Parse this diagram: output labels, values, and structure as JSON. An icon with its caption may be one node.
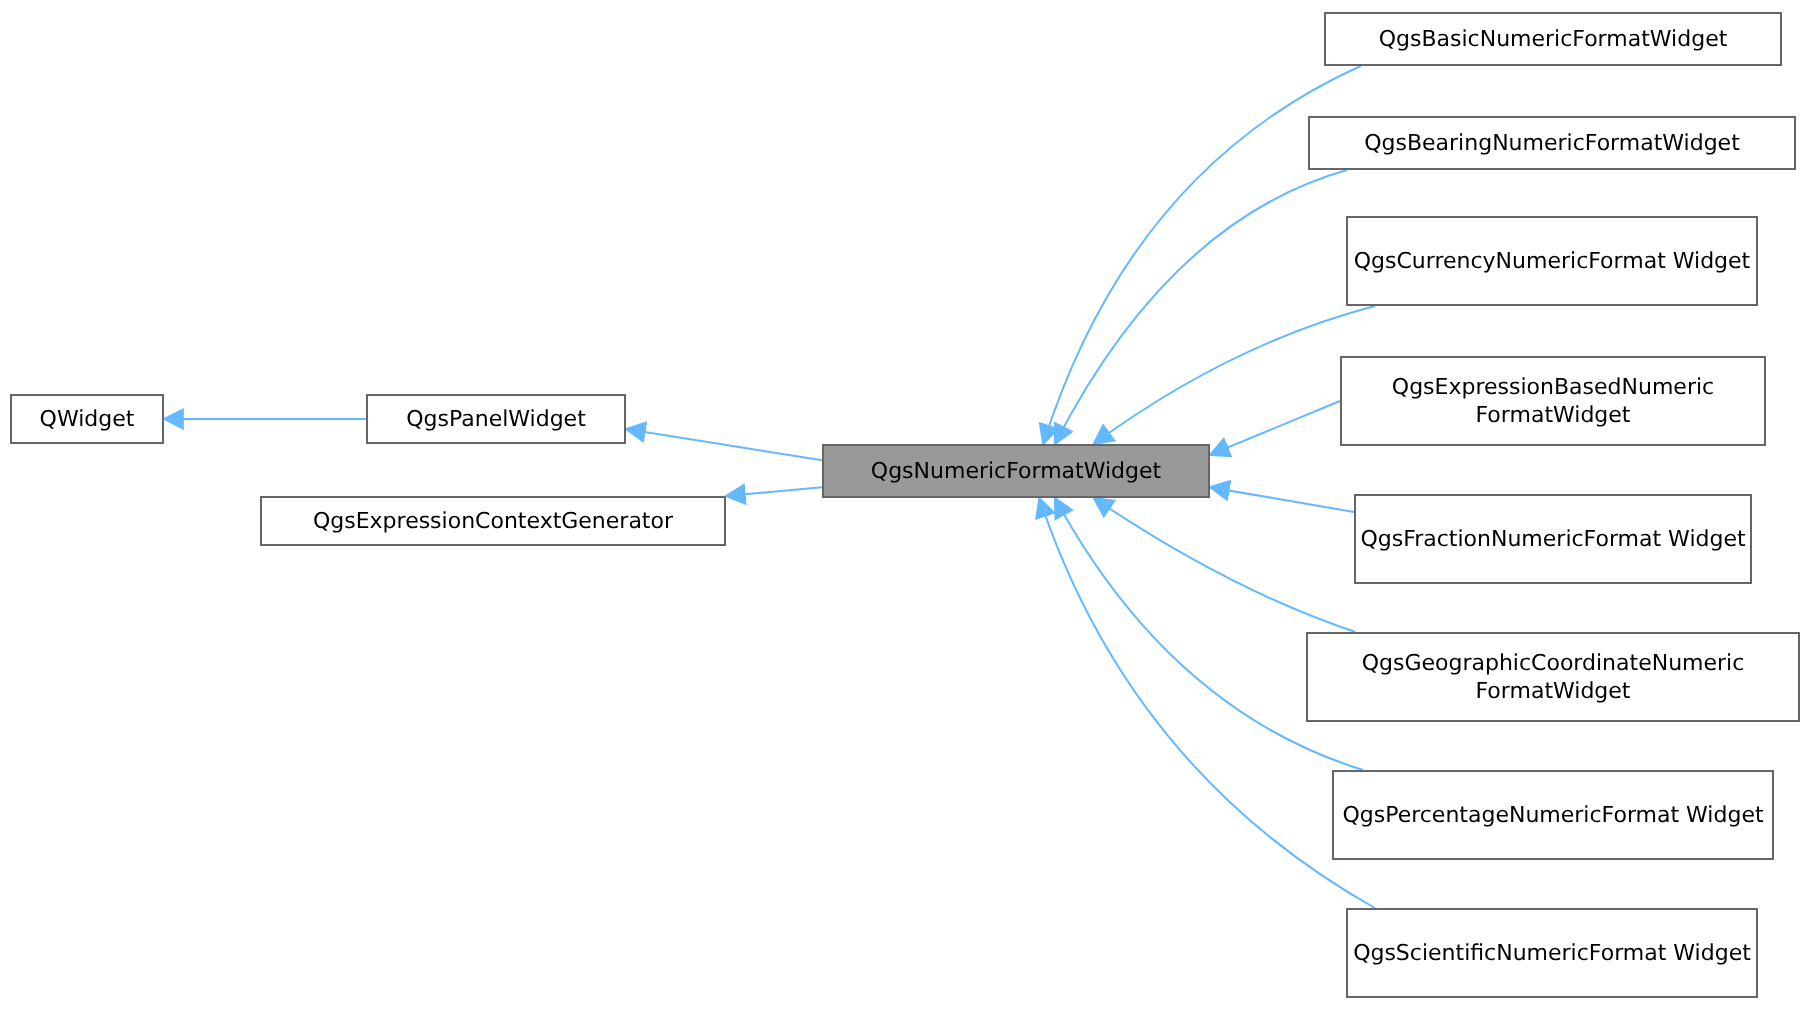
{
  "diagram": {
    "nodes": [
      {
        "text": [
          "QWidget"
        ]
      },
      {
        "text": [
          "QgsPanelWidget"
        ]
      },
      {
        "text": [
          "QgsExpressionContextGenerator"
        ]
      },
      {
        "text": [
          "QgsNumericFormatWidget"
        ]
      },
      {
        "text": [
          "QgsBasicNumericFormatWidget"
        ]
      },
      {
        "text": [
          "QgsBearingNumericFormatWidget"
        ]
      },
      {
        "text": [
          "QgsCurrencyNumericFormat Widget"
        ]
      },
      {
        "text": [
          "QgsExpressionBasedNumeric FormatWidget"
        ]
      },
      {
        "text": [
          "QgsFractionNumericFormat Widget"
        ]
      },
      {
        "text": [
          "QgsGeographicCoordinateNumeric FormatWidget"
        ]
      },
      {
        "text": [
          "QgsPercentageNumericFormat Widget"
        ]
      },
      {
        "text": [
          "QgsScientificNumericFormat Widget"
        ]
      }
    ],
    "edges": [
      {
        "from": 1,
        "to": 0,
        "arrow": "to"
      },
      {
        "from": 3,
        "to": 1,
        "arrow": "to"
      },
      {
        "from": 3,
        "to": 2,
        "arrow": "to"
      },
      {
        "from": 4,
        "to": 3,
        "arrow": "to"
      },
      {
        "from": 5,
        "to": 3,
        "arrow": "to"
      },
      {
        "from": 6,
        "to": 3,
        "arrow": "to"
      },
      {
        "from": 7,
        "to": 3,
        "arrow": "to"
      },
      {
        "from": 8,
        "to": 3,
        "arrow": "to"
      },
      {
        "from": 9,
        "to": 3,
        "arrow": "to"
      },
      {
        "from": 10,
        "to": 3,
        "arrow": "to"
      },
      {
        "from": 11,
        "to": 3,
        "arrow": "to"
      }
    ]
  }
}
